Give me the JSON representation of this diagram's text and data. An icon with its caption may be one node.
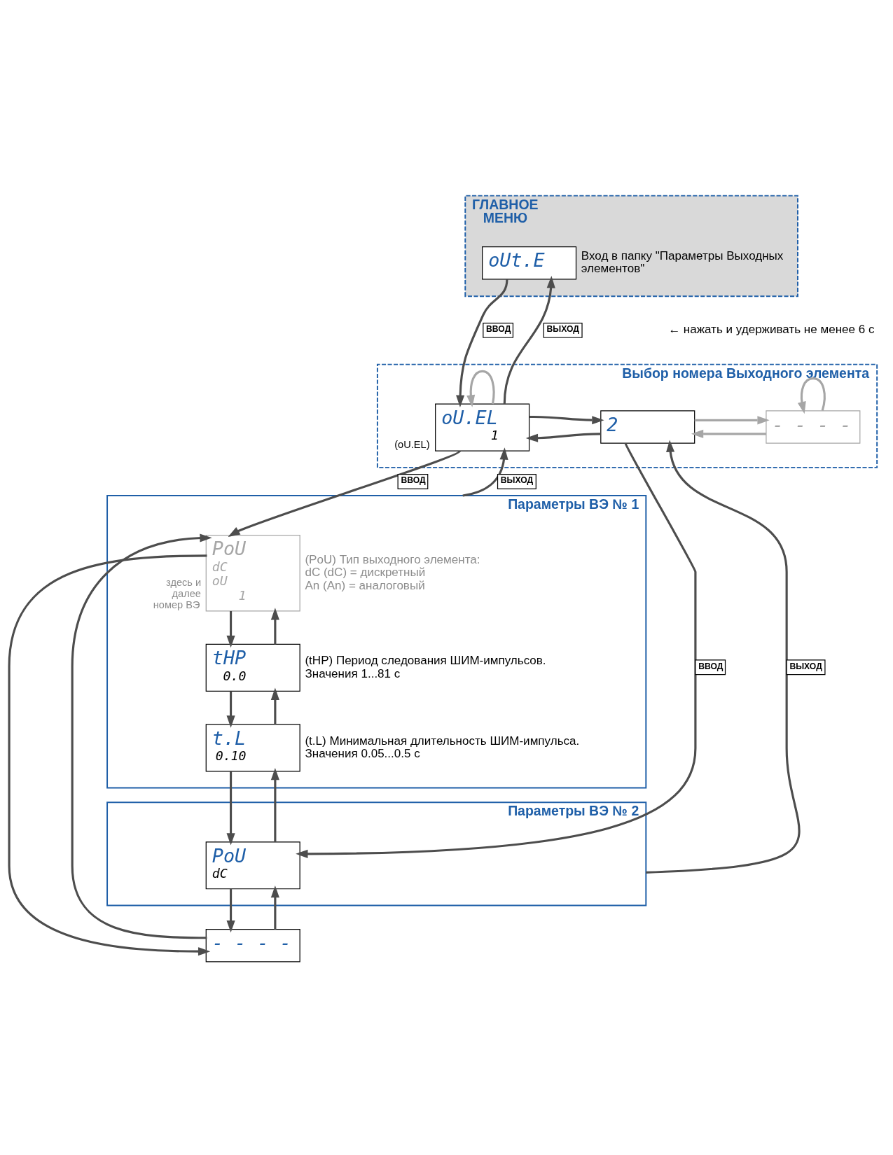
{
  "diagram": {
    "nodes": [
      {
        "text": [
          "ГЛАВНОЕ МЕНЮ"
        ]
      },
      {
        "text": [
          "oUt.E"
        ],
        "in": 0,
        "beside": [
          "Вход в папку \"Параметры Выходных элементов\""
        ]
      },
      {
        "text": [
          "Выбор номера Выходного элемента"
        ]
      },
      {
        "text": [
          "oU.EL",
          "1"
        ],
        "in": 2,
        "beside": [
          "(oU.EL)"
        ]
      },
      {
        "text": [
          "2"
        ],
        "in": 2
      },
      {
        "text": [
          "- - - -"
        ],
        "in": 2
      },
      {
        "text": [
          "Параметры ВЭ № 1"
        ]
      },
      {
        "text": [
          "PoU",
          "dC",
          "oU",
          "1"
        ],
        "in": 6,
        "beside": [
          "(PoU) Тип выходного элемента:",
          "dC (dC) = дискретный",
          "An (An) = аналоговый",
          "здесь и далее номер ВЭ"
        ]
      },
      {
        "text": [
          "tHP",
          "0.0"
        ],
        "in": 6,
        "beside": [
          "(tHP) Период следования ШИМ-импульсов.",
          "Значения 1...81 с"
        ]
      },
      {
        "text": [
          "t.L",
          "0.10"
        ],
        "in": 6,
        "beside": [
          "(t.L) Минимальная длительность ШИМ-импульса.",
          "Значения 0.05...0.5 с"
        ]
      },
      {
        "text": [
          "Параметры ВЭ № 2"
        ]
      },
      {
        "text": [
          "PoU",
          "dC"
        ],
        "in": 10
      },
      {
        "text": [
          "- - - -"
        ]
      }
    ],
    "edges": [
      {
        "from": 1,
        "to": 3,
        "arrow": "to",
        "label": "ВВОД"
      },
      {
        "from": 3,
        "to": 1,
        "arrow": "to",
        "label": "ВЫХОД"
      },
      {
        "from": 3,
        "to": 4,
        "arrow": "to"
      },
      {
        "from": 4,
        "to": 3,
        "arrow": "to"
      },
      {
        "from": 4,
        "to": 5,
        "arrow": "to",
        "color": "#a6a6a6"
      },
      {
        "from": 5,
        "to": 4,
        "arrow": "to",
        "color": "#a6a6a6"
      },
      {
        "from": 3,
        "to": 3,
        "arrow": "to",
        "color": "#a6a6a6"
      },
      {
        "from": 5,
        "to": 5,
        "arrow": "to",
        "color": "#a6a6a6"
      },
      {
        "from": 3,
        "to": 7,
        "arrow": "to",
        "label": "ВВОД"
      },
      {
        "from": 6,
        "to": 3,
        "arrow": "to",
        "label": "ВЫХОД"
      },
      {
        "from": 4,
        "to": 11,
        "arrow": "to",
        "label": "ВВОД"
      },
      {
        "from": 10,
        "to": 4,
        "arrow": "to",
        "label": "ВЫХОД"
      },
      {
        "from": 7,
        "to": 8,
        "arrow": "to"
      },
      {
        "from": 8,
        "to": 7,
        "arrow": "to"
      },
      {
        "from": 8,
        "to": 9,
        "arrow": "to"
      },
      {
        "from": 9,
        "to": 8,
        "arrow": "to"
      },
      {
        "from": 9,
        "to": 11,
        "arrow": "to"
      },
      {
        "from": 11,
        "to": 9,
        "arrow": "to"
      },
      {
        "from": 11,
        "to": 12,
        "arrow": "to"
      },
      {
        "from": 12,
        "to": 11,
        "arrow": "to"
      },
      {
        "from": 12,
        "to": 7,
        "arrow": "to"
      },
      {
        "from": 7,
        "to": 12,
        "arrow": "to"
      }
    ],
    "labels": [
      "← нажать и удерживать не менее 6 с"
    ]
  }
}
